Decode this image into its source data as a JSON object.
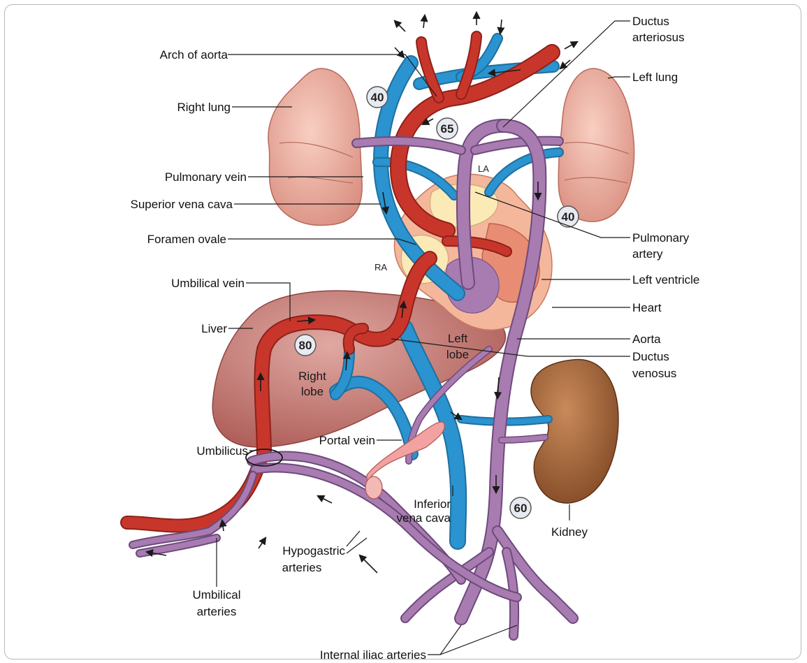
{
  "labels": {
    "arch_of_aorta": "Arch of aorta",
    "ductus_arteriosus_1": "Ductus",
    "ductus_arteriosus_2": "arteriosus",
    "left_lung": "Left lung",
    "right_lung": "Right lung",
    "pulmonary_vein": "Pulmonary vein",
    "superior_vena_cava": "Superior vena cava",
    "foramen_ovale": "Foramen ovale",
    "umbilical_vein": "Umbilical vein",
    "liver": "Liver",
    "umbilicus": "Umbilicus",
    "portal_vein": "Portal vein",
    "pulmonary_artery_1": "Pulmonary",
    "pulmonary_artery_2": "artery",
    "left_ventricle": "Left ventricle",
    "heart": "Heart",
    "aorta": "Aorta",
    "ductus_venosus_1": "Ductus",
    "ductus_venosus_2": "venosus",
    "kidney": "Kidney",
    "inferior_vena_cava_1": "Inferior",
    "inferior_vena_cava_2": "vena cava",
    "hypogastric_arteries_1": "Hypogastric",
    "hypogastric_arteries_2": "arteries",
    "umbilical_arteries_1": "Umbilical",
    "umbilical_arteries_2": "arteries",
    "internal_iliac_arteries": "Internal iliac arteries",
    "ra": "RA",
    "la": "LA",
    "right_lobe_1": "Right",
    "right_lobe_2": "lobe",
    "left_lobe_1": "Left",
    "left_lobe_2": "lobe"
  },
  "badges": {
    "svc_saturation": "40",
    "arch_saturation": "65",
    "pa_saturation": "40",
    "umbilical_vein_saturation": "80",
    "descending_aorta_saturation": "60"
  },
  "colors": {
    "oxygenated": "#c8362b",
    "deoxygenated": "#2a93d0",
    "mixed": "#a87cb0",
    "lung": "#eeb7a7",
    "liver": "#c97a72",
    "heart": "#f4b79c",
    "kidney": "#9a5a2e"
  }
}
